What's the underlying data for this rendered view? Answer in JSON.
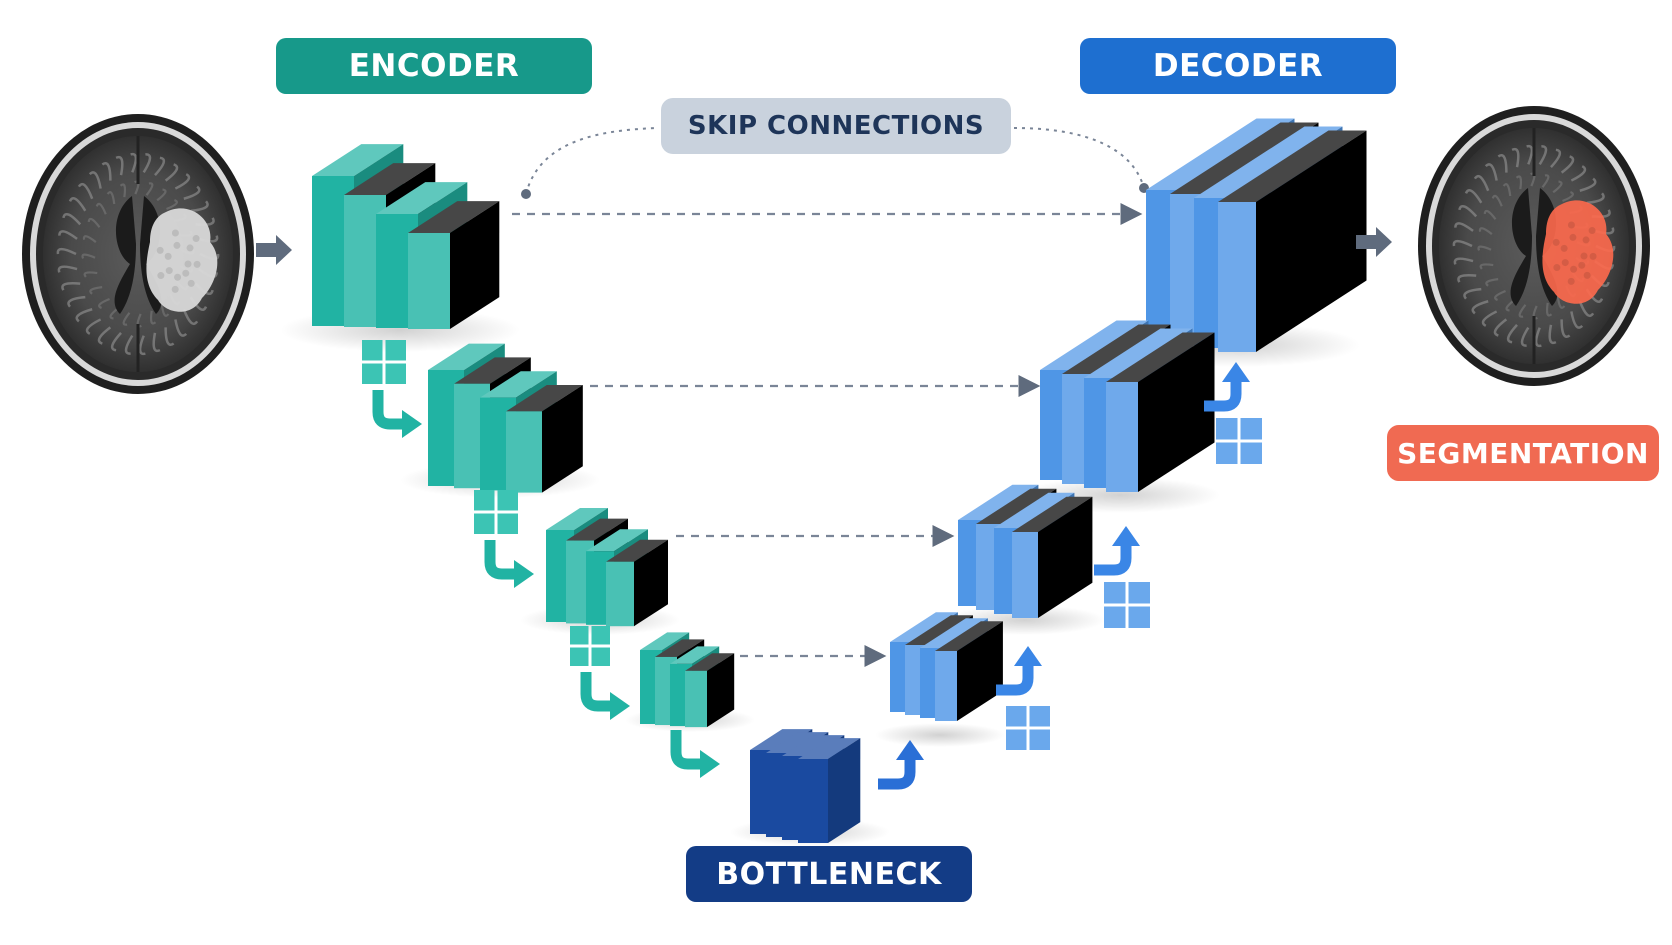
{
  "labels": {
    "encoder": "ENCODER",
    "decoder": "DECODER",
    "skip_connections": "SKIP CONNECTIONS",
    "bottleneck": "BOTTLENECK",
    "segmentation": "SEGMENTATION"
  },
  "colors": {
    "encoder_label_bg": "#17998a",
    "decoder_label_bg": "#1e6fd0",
    "skip_label_bg": "#c9d2dd",
    "skip_label_text": "#1e3559",
    "bottleneck_label_bg": "#133c86",
    "segmentation_label_bg": "#f06a52",
    "encoder_block": "#21b3a3",
    "decoder_block": "#4f96e6",
    "bottleneck_block": "#1a4aa0",
    "tumor_input": "#d9d9d9",
    "tumor_output": "#ff6a4d",
    "flow_arrow": "#5f6b7d"
  },
  "icons": [
    "brain-mri-input-icon",
    "brain-mri-output-icon",
    "pooling-grid-icon",
    "upsampling-grid-icon",
    "downsample-arrow-icon",
    "upsample-arrow-icon"
  ]
}
